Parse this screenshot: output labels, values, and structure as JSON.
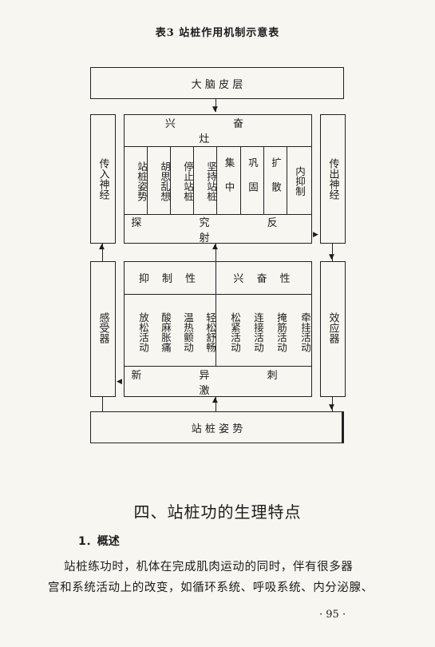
{
  "caption": "表3  站桩作用机制示意表",
  "diagram": {
    "cortex": "大 脑 皮 层",
    "afferent": "传入神经",
    "efferent": "传出神经",
    "excitation_focus": "兴 奋 灶",
    "focus_columns": [
      "站桩姿势",
      "胡思乱想",
      "停止站桩",
      "坚持站桩",
      "集中",
      "巩固",
      "扩散",
      "内抑制"
    ],
    "exploratory_reflex": "探 究 反 射",
    "inhibitory": "抑 制 性",
    "excitatory": "兴 奋 性",
    "stimulus_columns": [
      "放松活动",
      "酸麻胀痛",
      "温热颤动",
      "轻松舒畅",
      "松紧活动",
      "连接活动",
      "掩筋活动",
      "牵挂活动"
    ],
    "novel_stimulus": "新 异 刺 激",
    "receptor": "感受器",
    "effector": "效应器",
    "posture": "站 桩 姿 势"
  },
  "section_title": "四、站桩功的生理特点",
  "subsection": "1．概述",
  "paragraph_lines": [
    "站桩练功时，机体在完成肌肉运动的同时，伴有很多器",
    "宫和系统活动上的改变，如循环系统、呼吸系统、内分泌腺、"
  ],
  "page_number": "· 95 ·"
}
